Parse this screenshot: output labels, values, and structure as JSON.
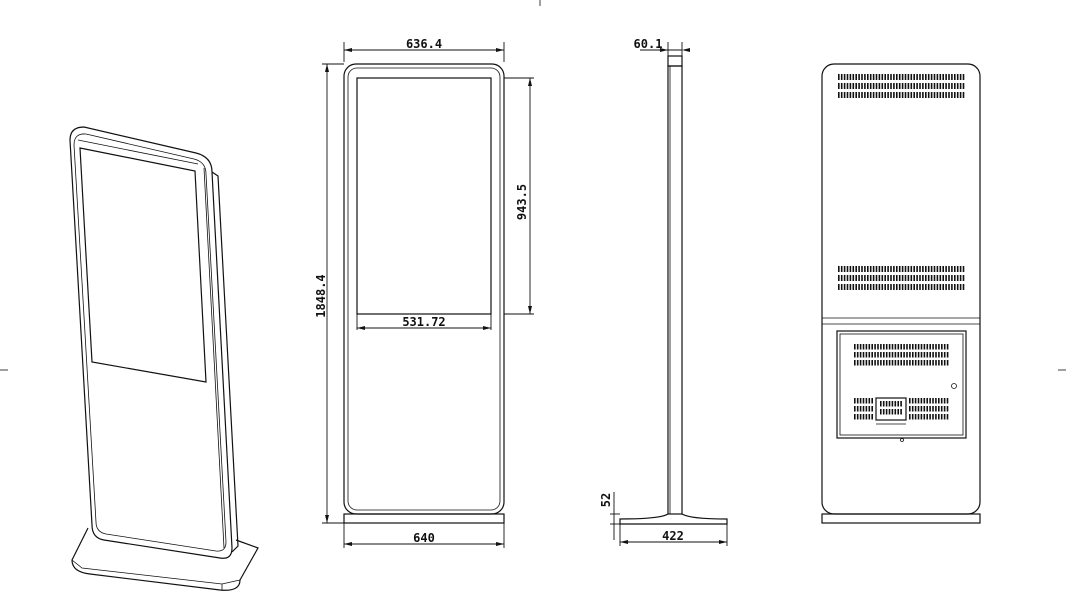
{
  "diagram": {
    "dimensions": {
      "top_outer_width": "636.4",
      "screen_height": "943.5",
      "screen_width": "531.72",
      "total_height": "1848.4",
      "base_width": "640",
      "side_depth": "60.1",
      "base_thickness": "52",
      "base_depth": "422"
    },
    "views": [
      "perspective",
      "front",
      "side",
      "back"
    ],
    "colors": {
      "line": "#111111",
      "background": "#ffffff"
    }
  }
}
